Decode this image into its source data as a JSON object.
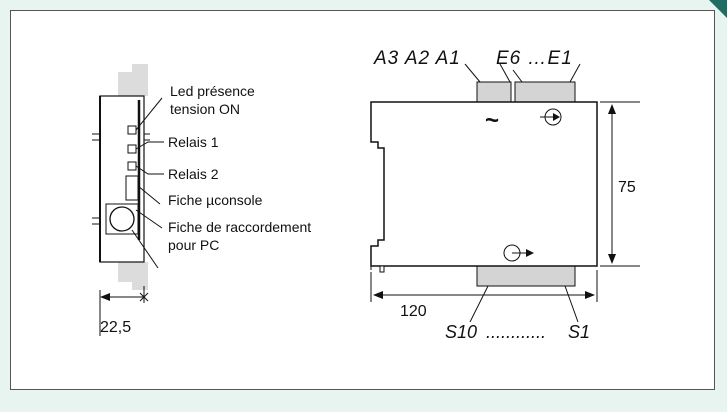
{
  "labels": {
    "led_line1": "Led présence",
    "led_line2": "tension ON",
    "relais1": "Relais 1",
    "relais2": "Relais 2",
    "fiche_console": "Fiche µconsole",
    "fiche_pc_line1": "Fiche de raccordement",
    "fiche_pc_line2": "pour PC",
    "inputs_a": "A3  A2  A1",
    "inputs_e": "E6  …E1",
    "tilde": "~",
    "outputs_s10": "S10",
    "outputs_dots": "............",
    "outputs_s1": "S1"
  },
  "dimensions": {
    "width_side": "22,5",
    "height": "75",
    "length": "120"
  },
  "colors": {
    "connector_fill": "#d4d4d4",
    "side_rail": "#dcdcdc",
    "line": "#111111",
    "accent": "#1f6c63"
  }
}
